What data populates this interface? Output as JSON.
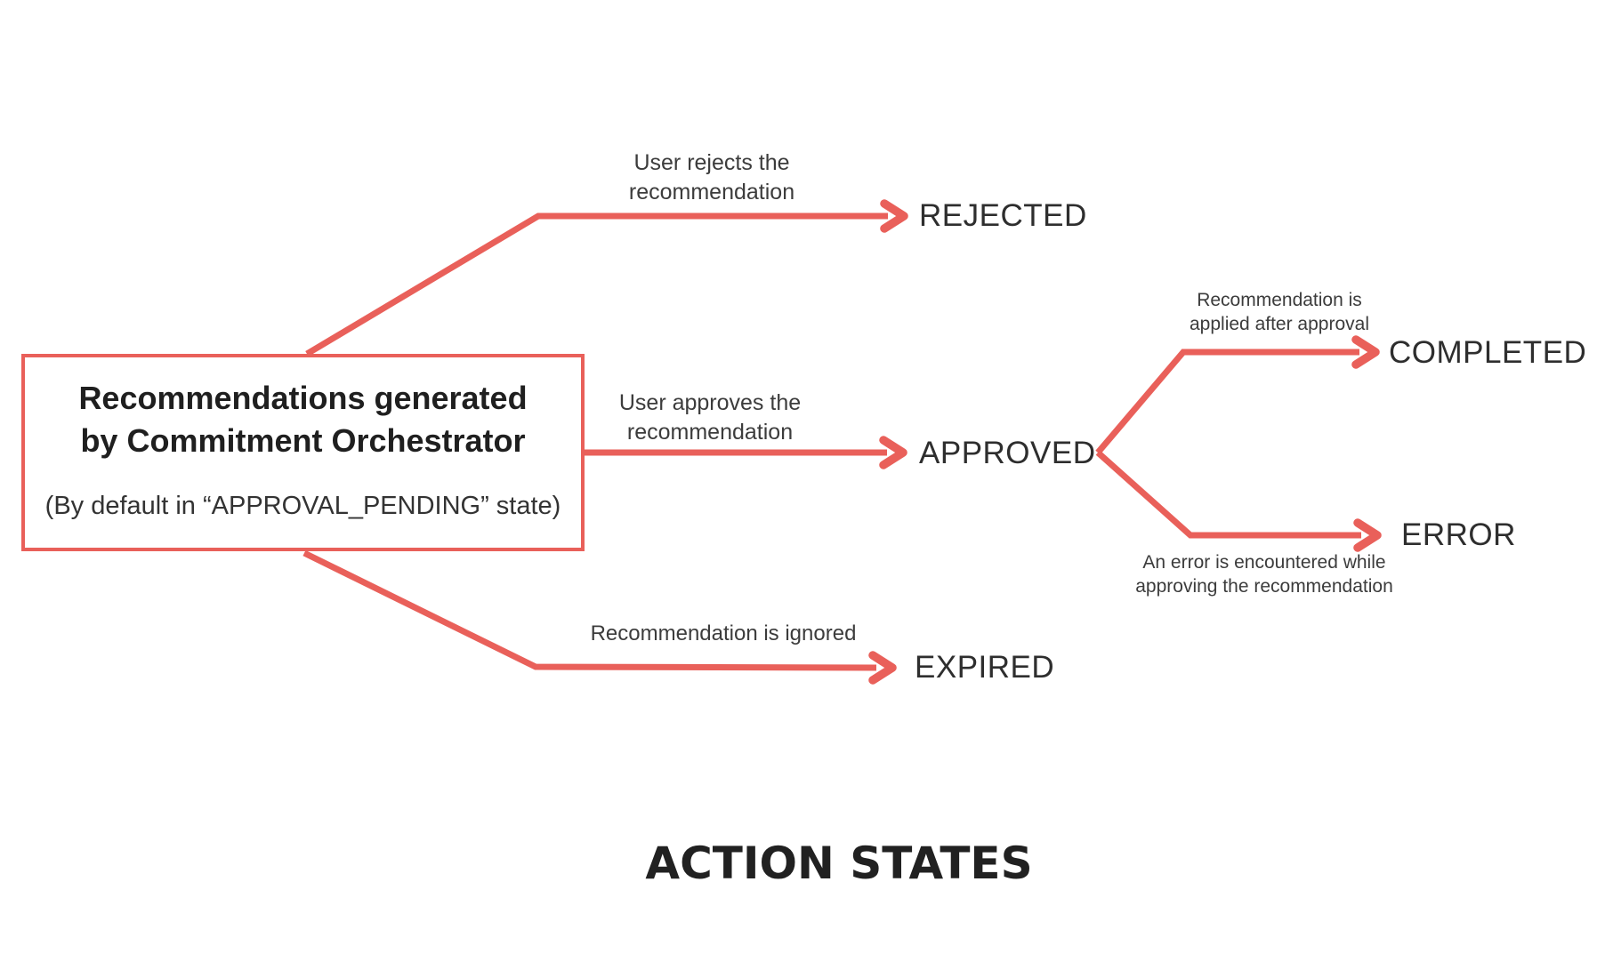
{
  "colors": {
    "accent": "#E9605A",
    "ink": "#2E2E2E"
  },
  "source_box": {
    "title": "Recommendations generated\nby Commitment Orchestrator",
    "subtitle": "(By default in “APPROVAL_PENDING” state)"
  },
  "transitions": {
    "rejected": {
      "label": "User rejects the\nrecommendation",
      "state": "REJECTED"
    },
    "approved": {
      "label": "User approves the\nrecommendation",
      "state": "APPROVED"
    },
    "expired": {
      "label": "Recommendation is ignored",
      "state": "EXPIRED"
    },
    "completed": {
      "label": "Recommendation is\napplied after approval",
      "state": "COMPLETED"
    },
    "error": {
      "label": "An error is encountered while\napproving the recommendation",
      "state": "ERROR"
    }
  },
  "footer_title": "ACTION STATES"
}
